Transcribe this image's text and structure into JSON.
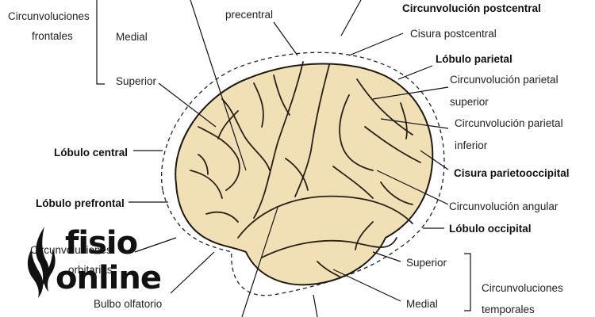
{
  "labels": {
    "circ_frontales_1": "Circunvoluciones",
    "circ_frontales_2": "frontales",
    "medial_top": "Medial",
    "superior_top": "Superior",
    "precentral": "precentral",
    "circ_postcentral": "Circunvolución postcentral",
    "cisura_postcentral": "Cisura postcentral",
    "lobulo_parietal": "Lóbulo parietal",
    "circ_parietal_sup_1": "Circunvolución parietal",
    "circ_parietal_sup_2": "superior",
    "circ_parietal_inf_1": "Circunvolución parietal",
    "circ_parietal_inf_2": "inferior",
    "cisura_parietooccipital": "Cisura parietooccipital",
    "circ_angular": "Circunvolución angular",
    "lobulo_occipital": "Lóbulo occipital",
    "lobulo_central": "Lóbulo central",
    "lobulo_prefrontal": "Lóbulo prefrontal",
    "circ_orbitarias_1": "Circunvoluciones",
    "circ_orbitarias_2": "orbitarias",
    "bulbo_olfatorio": "Bulbo olfatorio",
    "superior_bottom": "Superior",
    "medial_bottom": "Medial",
    "circ_temporales_1": "Circunvoluciones",
    "circ_temporales_2": "temporales"
  },
  "logo": {
    "word_1": "fisio",
    "word_2": "online"
  },
  "colors": {
    "brain_fill": "#f1dfb6",
    "brain_stroke": "#1e1a14",
    "line": "#111111"
  }
}
